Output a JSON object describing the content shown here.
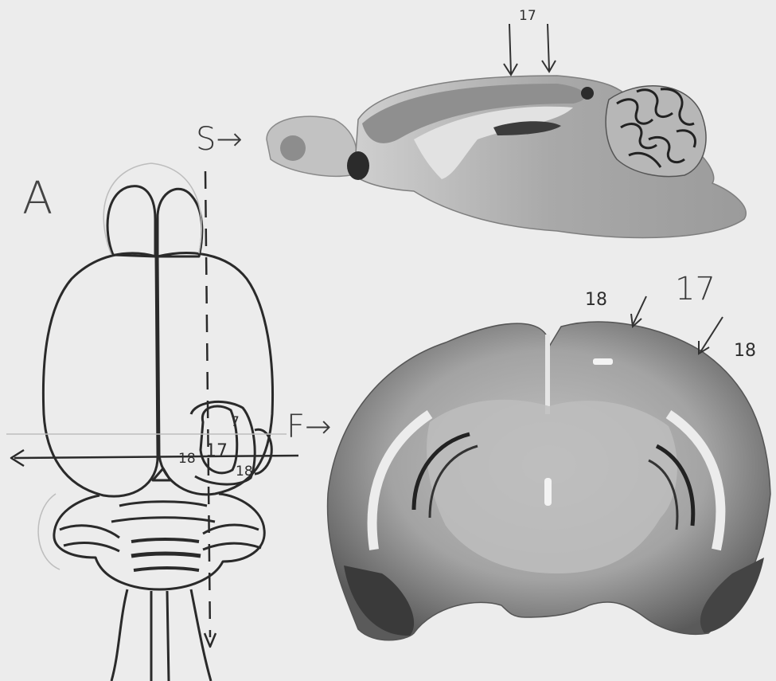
{
  "panel_label": "A",
  "section_labels": {
    "sagittal": "S→",
    "frontal": "F→"
  },
  "dorsal_view": {
    "area_17": "17",
    "area_18_left": "18",
    "area_18_right": "18",
    "area_17_small": "7"
  },
  "sagittal_section": {
    "area_17": "17"
  },
  "frontal_section": {
    "area_17": "17",
    "area_18_left": "18",
    "area_18_right": "18"
  },
  "colors": {
    "background": "#ececec",
    "ink": "#2a2a2a",
    "tissue_light": "#c9c9c9",
    "tissue_mid": "#9a9a9a",
    "tissue_dark": "#3c3c3c"
  }
}
